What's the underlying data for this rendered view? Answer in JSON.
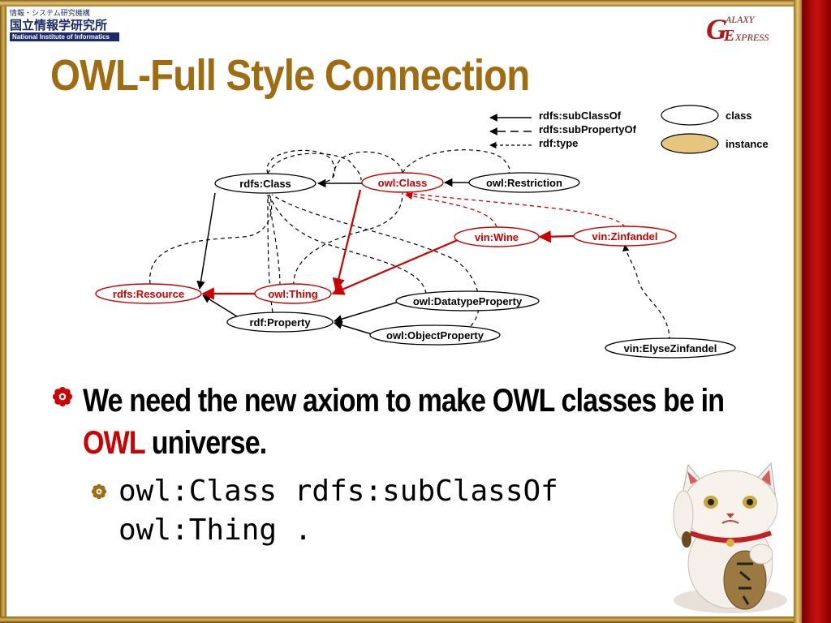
{
  "header": {
    "org_line1": "情報・システム研究機構",
    "org_line2": "国立情報学研究所",
    "org_line3": "National Institute of Informatics",
    "brand_letters": {
      "g": "G",
      "alaxy": "ALAXY",
      "e": "E",
      "xpress": "XPRESS"
    }
  },
  "title": "OWL-Full Style Connection",
  "legend": {
    "subclass": "rdfs:subClassOf",
    "subproperty": "rdfs:subPropertyOf",
    "type": "rdf:type",
    "class": "class",
    "instance": "instance"
  },
  "nodes": {
    "rdfs_class": "rdfs:Class",
    "owl_class": "owl:Class",
    "owl_restriction": "owl:Restriction",
    "vin_wine": "vin:Wine",
    "vin_zinfandel": "vin:Zinfandel",
    "rdfs_resource": "rdfs:Resource",
    "owl_thing": "owl:Thing",
    "owl_datatypeproperty": "owl:DatatypeProperty",
    "rdf_property": "rdf:Property",
    "owl_objectproperty": "owl:ObjectProperty",
    "vin_elysezinfandel": "vin:ElyseZinfandel"
  },
  "bullets": {
    "main_part1": "We need the new axiom to make OWL classes be in ",
    "main_highlight": "OWL",
    "main_part2": " universe.",
    "code_line1": "owl:Class rdfs:subClassOf",
    "code_line2": "owl:Thing ."
  },
  "colors": {
    "title": "#a06c12",
    "highlight": "#cc0000",
    "instance_fill": "#e6c57c",
    "frame_red": "#c81010"
  },
  "icons": {
    "bullet": "flower-icon",
    "mascot": "maneki-neko-cat"
  }
}
